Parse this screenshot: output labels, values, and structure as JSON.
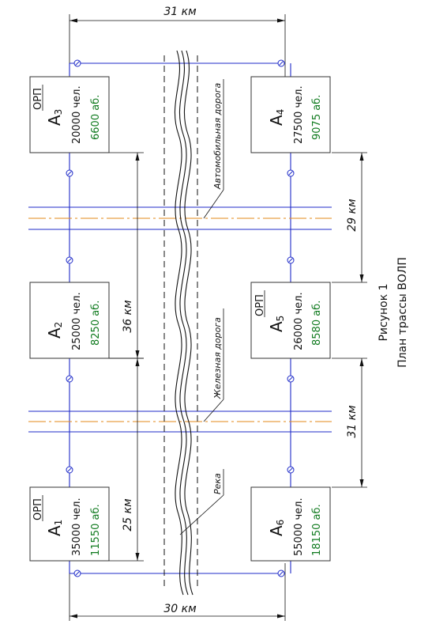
{
  "dimensions": {
    "top_distance": "31 км",
    "bottom_distance": "30 км",
    "left_upper": "36 км",
    "left_lower": "25 км",
    "right_upper": "29 км",
    "right_lower": "31 км"
  },
  "stations": [
    {
      "id": "A3",
      "name": "А",
      "sub": "3",
      "orp": "ОРП",
      "population": "20000 чел.",
      "subscribers": "6600 аб."
    },
    {
      "id": "A4",
      "name": "А",
      "sub": "4",
      "orp": "",
      "population": "27500 чел.",
      "subscribers": "9075 аб."
    },
    {
      "id": "A2",
      "name": "А",
      "sub": "2",
      "orp": "",
      "population": "25000 чел.",
      "subscribers": "8250 аб."
    },
    {
      "id": "A5",
      "name": "А",
      "sub": "5",
      "orp": "ОРП",
      "population": "26000 чел.",
      "subscribers": "8580 аб."
    },
    {
      "id": "A1",
      "name": "А",
      "sub": "1",
      "orp": "ОРП",
      "population": "35000 чел.",
      "subscribers": "11550 аб."
    },
    {
      "id": "A6",
      "name": "А",
      "sub": "6",
      "orp": "",
      "population": "55000 чел.",
      "subscribers": "18150 аб."
    }
  ],
  "labels": {
    "highway": "Автомобильная дорога",
    "railway": "Железная дорога",
    "river": "Река"
  },
  "caption": {
    "figure": "Рисунок 1",
    "title": "План трассы ВОЛП"
  },
  "colors": {
    "cable": "#1f2bc8",
    "subscribers_text": "#0f7a1e",
    "road_axis": "#e38a1a",
    "lines": "#111111"
  }
}
